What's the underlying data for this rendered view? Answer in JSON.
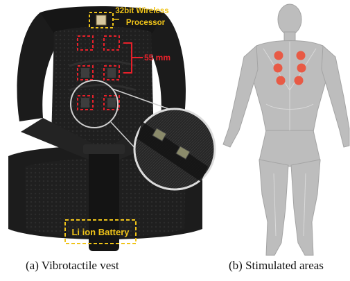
{
  "panel_a": {
    "caption": "(a) Vibrotactile vest",
    "labels": {
      "processor": "32bit Wireless\nProcessor",
      "spacing": "55 mm",
      "battery": "Li ion Battery"
    },
    "colors": {
      "accent_red": "#e8202a",
      "accent_yellow": "#f0c419",
      "vest": "#1a1a1a"
    }
  },
  "panel_b": {
    "caption": "(b) Stimulated areas",
    "colors": {
      "body": "#bdbdbd",
      "stimulus": "#e85a45"
    }
  }
}
